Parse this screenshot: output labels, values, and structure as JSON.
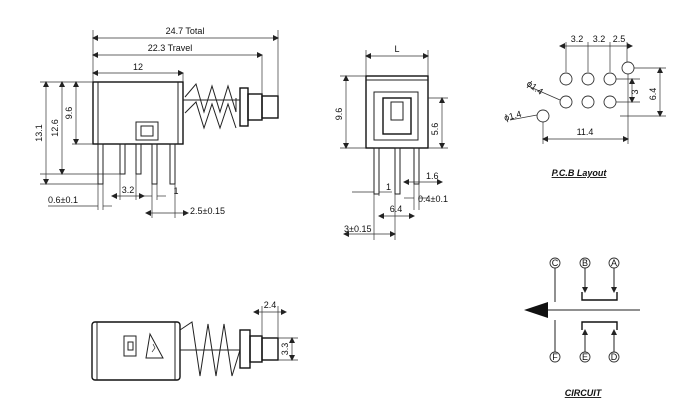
{
  "side_view": {
    "dim_total": "24.7 Total",
    "dim_travel": "22.3 Travel",
    "dim_12": "12",
    "dim_13_1": "13.1",
    "dim_12_6": "12.6",
    "dim_9_6": "9.6",
    "dim_0_6": "0.6±0.1",
    "dim_3_2": "3.2",
    "dim_1": "1",
    "dim_2_5": "2.5±0.15"
  },
  "front_view": {
    "dim_L": "L",
    "dim_9_6": "9.6",
    "dim_5_6": "5.6",
    "dim_1": "1",
    "dim_1_6": "1.6",
    "dim_0_4": "0.4±0.1",
    "dim_6_4": "6.4",
    "dim_3": "3±0.15"
  },
  "pcb_layout": {
    "title": "P.C.B Layout",
    "dim_3_2a": "3.2",
    "dim_3_2b": "3.2",
    "dim_2_5": "2.5",
    "dim_3": "3",
    "dim_6_4": "6.4",
    "dim_11_4": "11.4",
    "hole_a": "ϕ1.4",
    "hole_b": "ϕ1.4"
  },
  "bottom_view": {
    "dim_2_4": "2.4",
    "dim_3_3": "3.3"
  },
  "circuit": {
    "title": "CIRCUIT",
    "pins_top": [
      "C",
      "B",
      "A"
    ],
    "pins_bottom": [
      "F",
      "E",
      "D"
    ]
  }
}
